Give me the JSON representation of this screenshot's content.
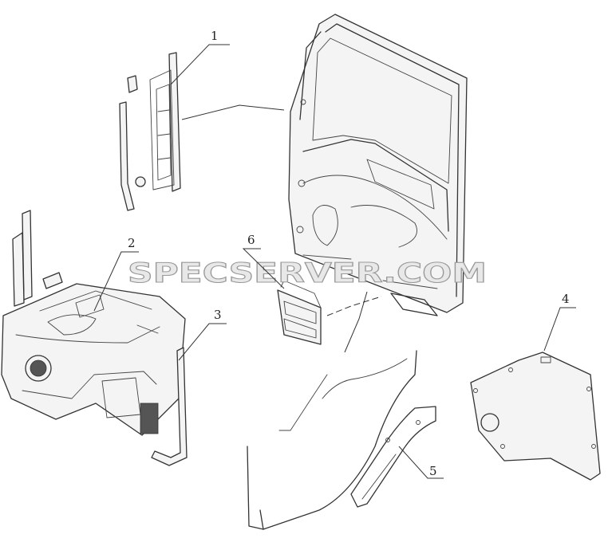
{
  "diagram": {
    "callouts": [
      {
        "id": "1",
        "label": "1"
      },
      {
        "id": "2",
        "label": "2"
      },
      {
        "id": "3",
        "label": "3"
      },
      {
        "id": "4",
        "label": "4"
      },
      {
        "id": "5",
        "label": "5"
      },
      {
        "id": "6",
        "label": "6"
      }
    ],
    "watermark": "SPECSERVER.COM"
  }
}
